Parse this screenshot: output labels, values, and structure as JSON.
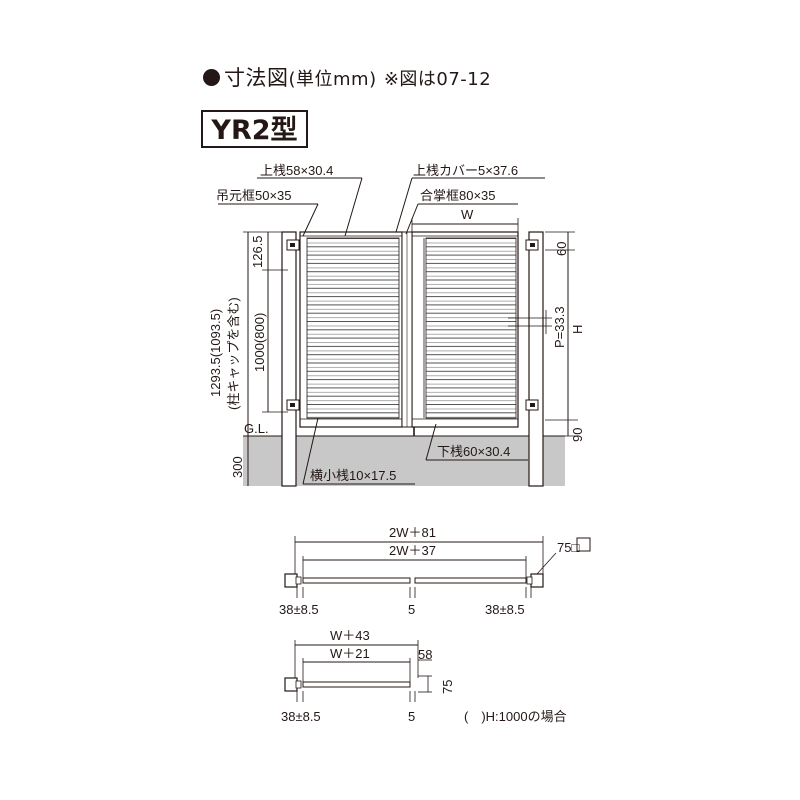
{
  "header": {
    "title": "寸法図",
    "unit": "(単位mm)",
    "note": "※図は07-12"
  },
  "model": "YR2型",
  "front_view": {
    "labels": {
      "top_rail": "上桟58×30.4",
      "top_rail_cover": "上桟カバー5×37.6",
      "hinge_frame": "吊元框50×35",
      "meeting_frame": "合掌框80×35",
      "width": "W",
      "dim_1265": "126.5",
      "dim_60": "60",
      "dim_1000": "1000(800)",
      "dim_total": "1293.5(1093.5)",
      "dim_total_note": "(柱キャップを含む)",
      "pitch": "P=33.3",
      "height": "H",
      "ground_level": "G.L.",
      "dim_300": "300",
      "dim_90": "90",
      "bottom_rail": "下桟60×30.4",
      "horizontal_slat": "横小桟10×17.5"
    }
  },
  "plan_double": {
    "labels": {
      "outer": "2W＋81",
      "inner": "2W＋37",
      "post": "75□",
      "left_gap": "38±8.5",
      "center_gap": "5",
      "right_gap": "38±8.5"
    }
  },
  "plan_single": {
    "labels": {
      "outer": "W＋43",
      "inner": "W＋21",
      "dim_58": "58",
      "dim_75": "75",
      "left_gap": "38±8.5",
      "center_gap": "5"
    }
  },
  "footnote": "(　)H:1000の場合"
}
